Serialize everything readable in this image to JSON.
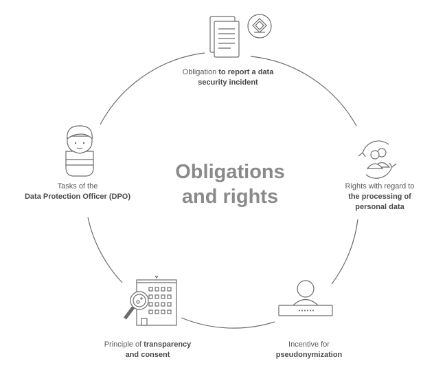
{
  "center": {
    "line1": "Obligations",
    "line2": "and rights"
  },
  "nodes": {
    "report": {
      "pre": "Obligation ",
      "bold1": "to report a data",
      "bold2": "security incident"
    },
    "rights": {
      "pre": "Rights with regard to",
      "bold1": "the processing of",
      "bold2": "personal data"
    },
    "pseudo": {
      "pre": "Incentive for",
      "bold1": "pseudonymization"
    },
    "transparency": {
      "pre": "Principle of ",
      "bold1": "transparency",
      "bold2": "and consent"
    },
    "dpo": {
      "pre": "Tasks of the",
      "bold1": "Data Protection Officer (DPO)"
    }
  },
  "colors": {
    "stroke": "#6b6b6b",
    "title": "#8a8a8a",
    "text": "#5a5a5a"
  },
  "icons": [
    "document-icon",
    "security-badge-icon",
    "people-cycle-icon",
    "computer-user-icon",
    "building-magnifier-icon",
    "officer-icon"
  ]
}
